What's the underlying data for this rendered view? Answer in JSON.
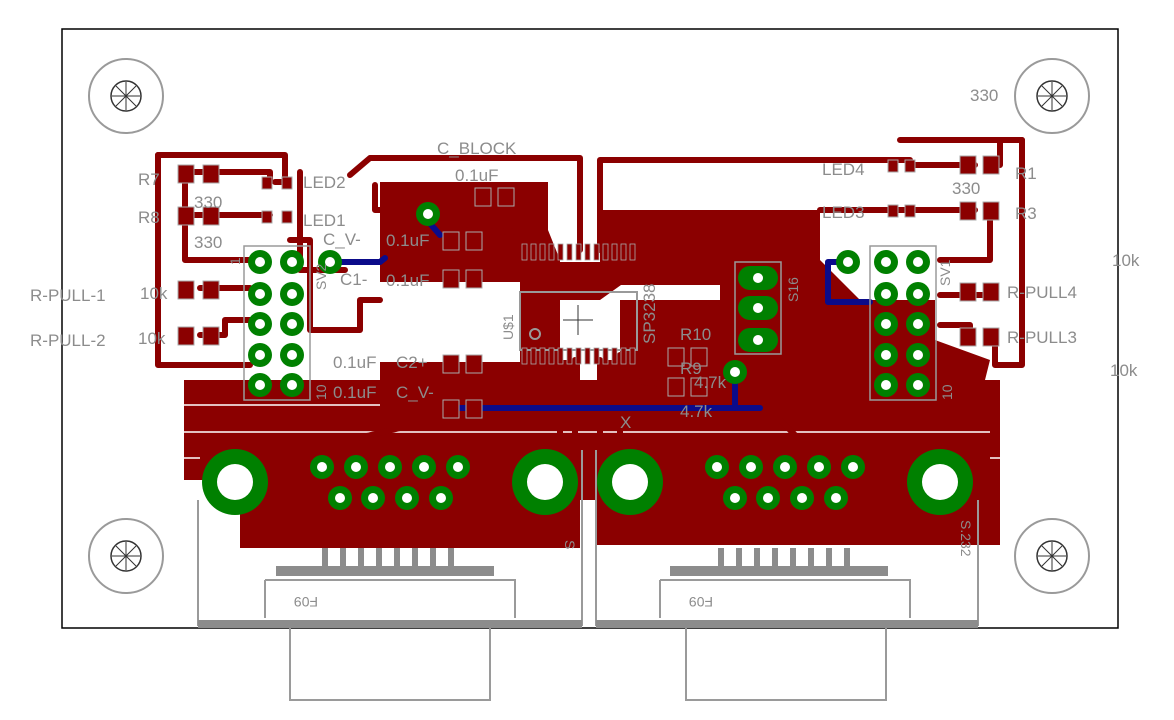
{
  "board": {
    "colors": {
      "copper_top": "#8b0000",
      "copper_bottom": "#0b0b8a",
      "pad": "#008000",
      "silkscreen": "#8c8c8c",
      "outline": "#000000"
    },
    "labels": {
      "c_block": "C_BLOCK",
      "c_block_val": "0.1uF",
      "c_v_top": "C_V-",
      "c_v_top_val": "0.1uF",
      "c1": "C1-",
      "c1_val": "0.1uF",
      "c2": "C2+",
      "c2_val": "0.1uF",
      "c_v_bot": "C_V-",
      "c_v_bot_val": "0.1uF",
      "r7": "R7",
      "r7_val": "330",
      "r8": "R8",
      "r8_val": "330",
      "led2": "LED2",
      "led1": "LED1",
      "rpull1": "R-PULL-1",
      "rpull1_val": "10k",
      "rpull2": "R-PULL-2",
      "rpull2_val": "10k",
      "sv2_1": "1",
      "sv2_10": "10",
      "sv2_name": "SV2",
      "sp3238": "SP3238",
      "us1": "U$1",
      "r10": "R10",
      "r10_val": "4.7k",
      "r9": "R9",
      "r9_val": "4.7k",
      "s16": "S16",
      "led4": "LED4",
      "led3": "LED3",
      "r1": "R1",
      "r1_val": "330",
      "r3": "R3",
      "r3_val": "330",
      "sv1": "SV1",
      "sv1_10": "10",
      "rpull4": "R-PULL4",
      "rpull4_val": "10k",
      "rpull3": "R-PULL3",
      "rpull3_val": "10k",
      "f09_left": "F09",
      "f09_right": "F09",
      "x_left": "X",
      "rs232": "S.232",
      "mark_s": "S"
    }
  }
}
